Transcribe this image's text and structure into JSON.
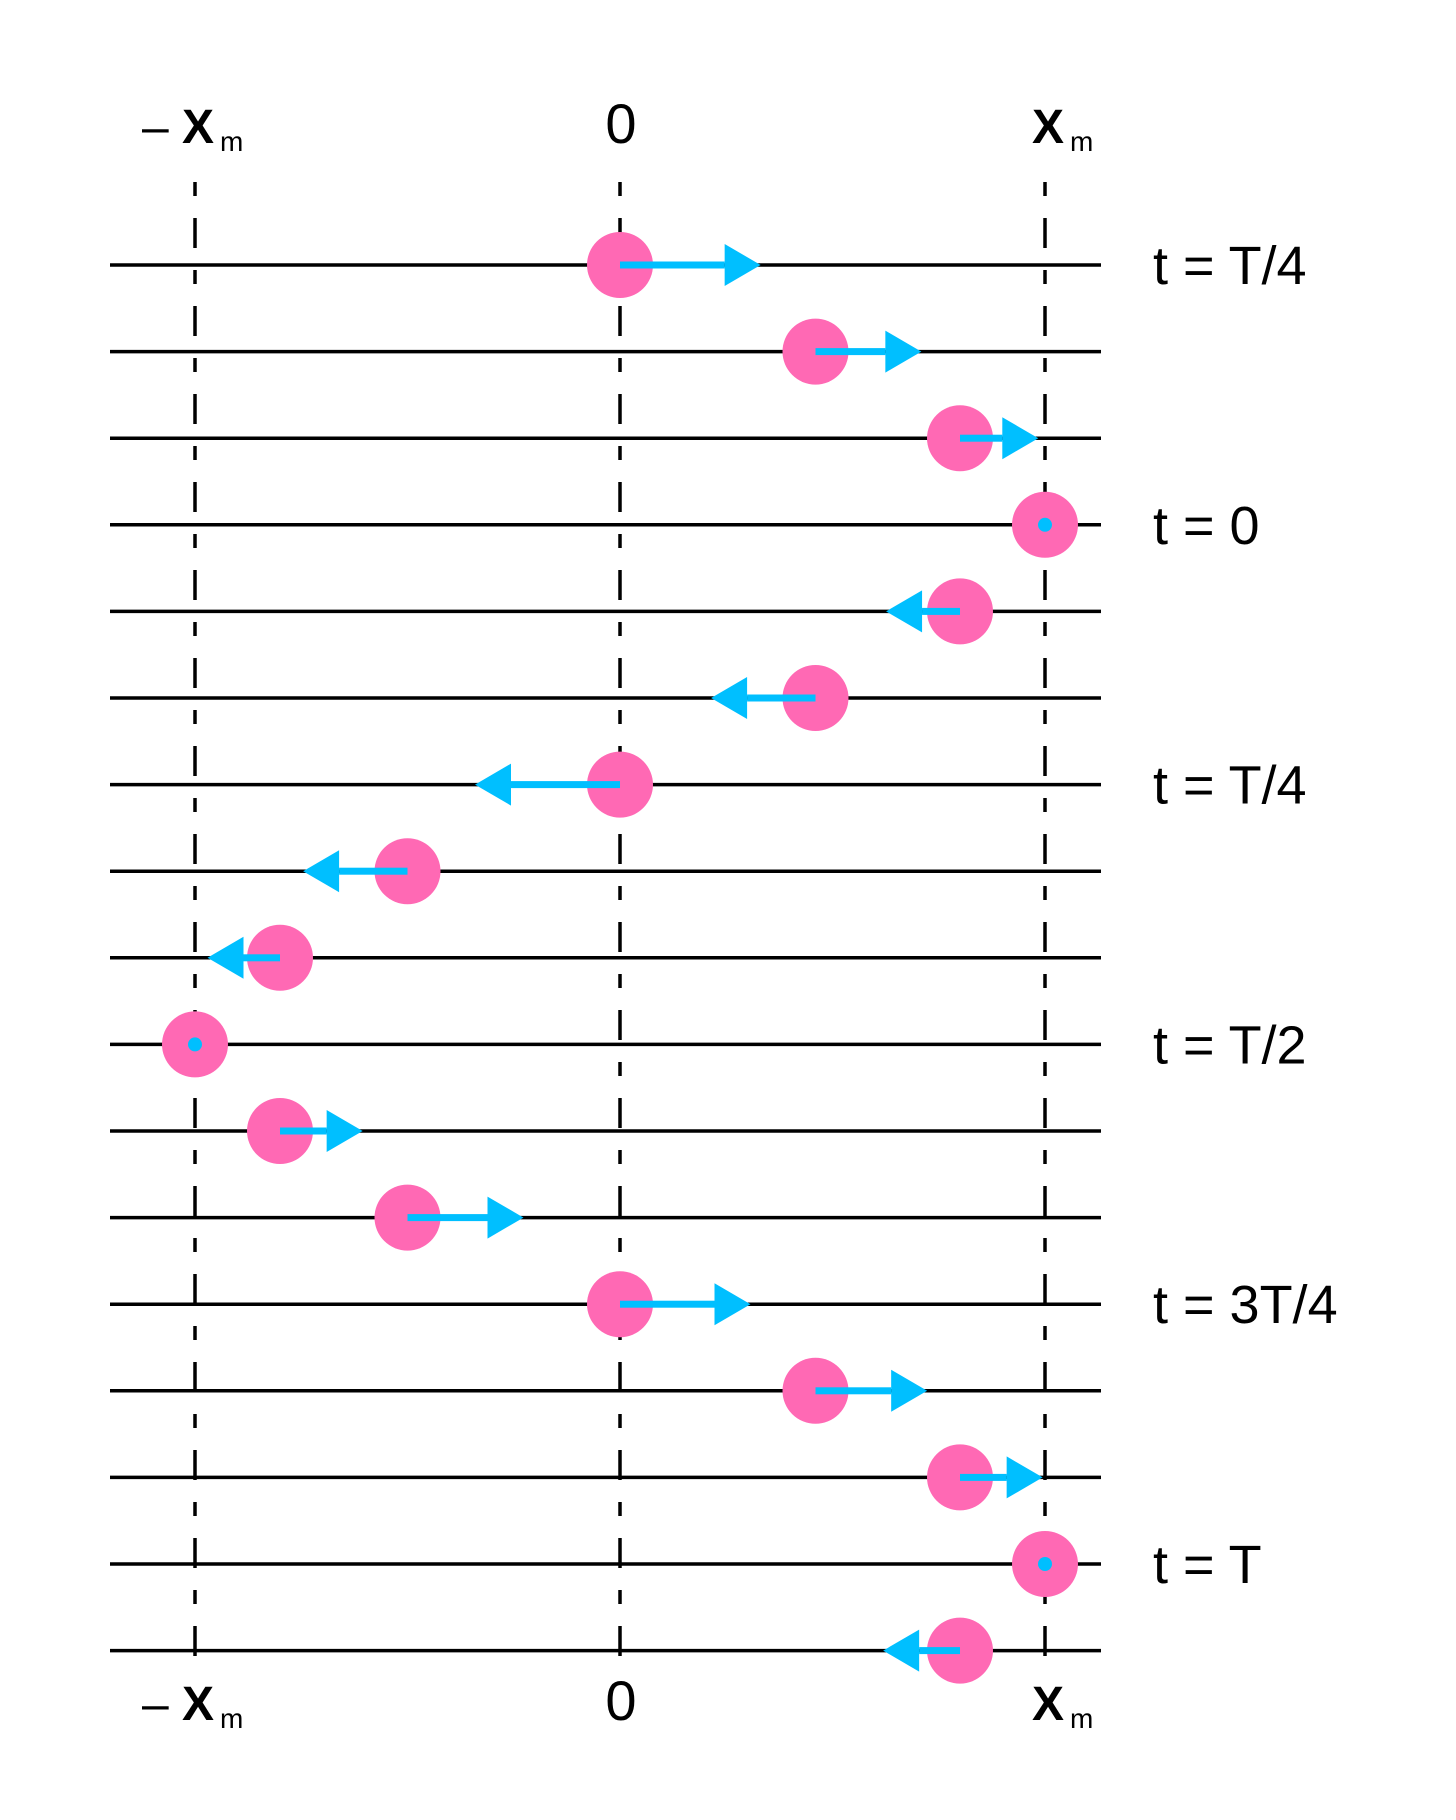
{
  "diagram": {
    "title": "Simple harmonic motion: particle position and velocity over one period",
    "colors": {
      "particle": "#FF69B4",
      "velocity_arrow": "#00BFFF",
      "line": "#000000",
      "background": "#FFFFFF"
    },
    "axis_labels": {
      "negative": {
        "sign": "– ",
        "symbol": "X",
        "subscript": "m"
      },
      "zero": "0",
      "positive": {
        "symbol": "X",
        "subscript": "m"
      }
    },
    "reference_positions": [
      -1,
      0,
      1
    ],
    "rows": [
      {
        "position": 0.0,
        "velocity": 0.97,
        "time_label": "t = T/4"
      },
      {
        "position": 0.46,
        "velocity": 0.73,
        "time_label": null
      },
      {
        "position": 0.8,
        "velocity": 0.54,
        "time_label": null
      },
      {
        "position": 1.0,
        "velocity": 0.0,
        "time_label": "t = 0"
      },
      {
        "position": 0.8,
        "velocity": -0.51,
        "time_label": null
      },
      {
        "position": 0.46,
        "velocity": -0.72,
        "time_label": null
      },
      {
        "position": 0.0,
        "velocity": -1.0,
        "time_label": "t = T/4"
      },
      {
        "position": -0.5,
        "velocity": -0.72,
        "time_label": null
      },
      {
        "position": -0.8,
        "velocity": -0.5,
        "time_label": null
      },
      {
        "position": -1.0,
        "velocity": 0.0,
        "time_label": "t = T/2"
      },
      {
        "position": -0.8,
        "velocity": 0.57,
        "time_label": null
      },
      {
        "position": -0.5,
        "velocity": 0.8,
        "time_label": null
      },
      {
        "position": 0.0,
        "velocity": 0.9,
        "time_label": "t = 3T/4"
      },
      {
        "position": 0.46,
        "velocity": 0.77,
        "time_label": null
      },
      {
        "position": 0.8,
        "velocity": 0.57,
        "time_label": null
      },
      {
        "position": 1.0,
        "velocity": 0.0,
        "time_label": "t = T"
      },
      {
        "position": 0.8,
        "velocity": -0.53,
        "time_label": null
      }
    ]
  }
}
